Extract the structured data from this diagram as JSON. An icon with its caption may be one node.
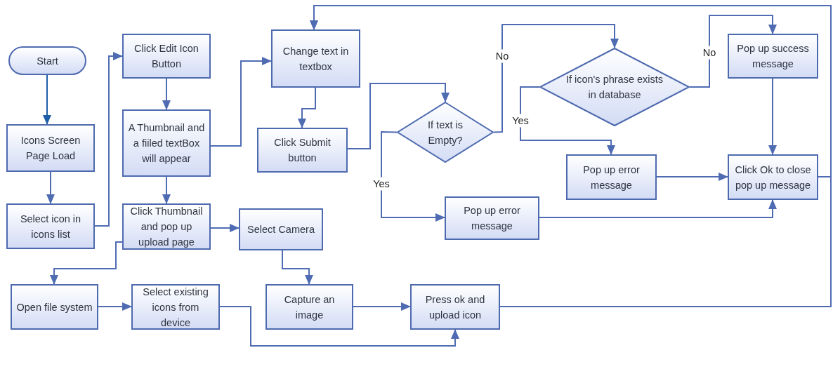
{
  "diagram": {
    "nodes": [
      {
        "text": [
          "Start"
        ]
      },
      {
        "text": [
          "Icons Screen Page Load"
        ]
      },
      {
        "text": [
          "Select icon in icons list"
        ]
      },
      {
        "text": [
          "Click Edit Icon Button"
        ]
      },
      {
        "text": [
          "A Thumbnail and a fiiled textBox will appear"
        ]
      },
      {
        "text": [
          "Click Thumbnail and pop up upload page"
        ]
      },
      {
        "text": [
          "Open file system"
        ]
      },
      {
        "text": [
          "Select existing icons from device"
        ]
      },
      {
        "text": [
          "Change text in textbox"
        ]
      },
      {
        "text": [
          "Click Submit button"
        ]
      },
      {
        "text": [
          "Select Camera"
        ]
      },
      {
        "text": [
          "Capture an image"
        ]
      },
      {
        "text": [
          "Press ok and upload icon"
        ]
      },
      {
        "text": [
          "If text is Empty?"
        ]
      },
      {
        "text": [
          "If icon's phrase exists in database"
        ]
      },
      {
        "text": [
          "Pop up error message"
        ]
      },
      {
        "text": [
          "Pop up error message"
        ]
      },
      {
        "text": [
          "Pop up success message"
        ]
      },
      {
        "text": [
          "Click Ok to close pop up message"
        ]
      }
    ],
    "edges": [
      {
        "from": 0,
        "to": 1,
        "arrow": "to",
        "color": "#1f5fa8"
      },
      {
        "from": 1,
        "to": 2,
        "arrow": "to"
      },
      {
        "from": 2,
        "to": 3,
        "arrow": "to"
      },
      {
        "from": 3,
        "to": 4,
        "arrow": "to"
      },
      {
        "from": 4,
        "to": 8,
        "arrow": "to"
      },
      {
        "from": 4,
        "to": 5,
        "arrow": "to"
      },
      {
        "from": 8,
        "to": 9,
        "arrow": "to"
      },
      {
        "from": 9,
        "to": 13,
        "arrow": "to"
      },
      {
        "from": 13,
        "to": 14,
        "arrow": "to",
        "label": "No"
      },
      {
        "from": 13,
        "to": 16,
        "arrow": "to",
        "label": "Yes"
      },
      {
        "from": 14,
        "to": 15,
        "arrow": "to",
        "label": "Yes"
      },
      {
        "from": 14,
        "to": 17,
        "arrow": "to",
        "label": "No"
      },
      {
        "from": 15,
        "to": 18,
        "arrow": "to"
      },
      {
        "from": 16,
        "to": 18,
        "arrow": "to"
      },
      {
        "from": 17,
        "to": 18,
        "arrow": "to"
      },
      {
        "from": 5,
        "to": 10,
        "arrow": "to"
      },
      {
        "from": 5,
        "to": 6,
        "arrow": "to"
      },
      {
        "from": 10,
        "to": 11,
        "arrow": "to"
      },
      {
        "from": 6,
        "to": 7,
        "arrow": "to"
      },
      {
        "from": 7,
        "to": 12,
        "arrow": "to"
      },
      {
        "from": 11,
        "to": 12,
        "arrow": "to"
      },
      {
        "from": 12,
        "to": 8,
        "arrow": "to"
      },
      {
        "from": 18,
        "to": 8,
        "arrow": "to"
      }
    ]
  }
}
